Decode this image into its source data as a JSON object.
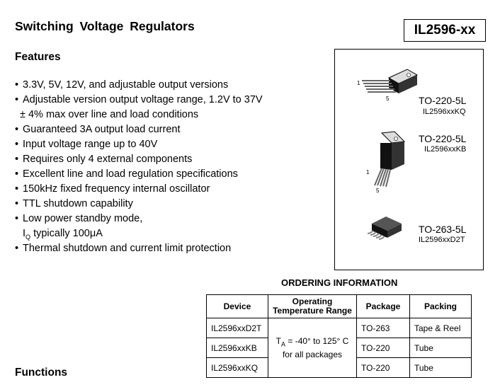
{
  "header": {
    "title": "Switching  Voltage  Regulators",
    "part_number": "IL2596-xx"
  },
  "features": {
    "heading": "Features",
    "bullet": "•",
    "items": [
      "3.3V, 5V, 12V, and adjustable output versions",
      "Adjustable version output voltage range, 1.2V to 37V",
      "± 4% max over line and load conditions",
      "Guaranteed 3A output load current",
      "Input voltage range up to 40V",
      "Requires only 4 external components",
      "Excellent line and load regulation specifications",
      "150kHz fixed frequency internal oscillator",
      "TTL shutdown capability",
      "Low power standby mode,",
      "I",
      "Q",
      " typically 100μA",
      "Thermal shutdown and current limit protection"
    ]
  },
  "packages": [
    {
      "name": "TO-220-5L",
      "code": "IL2596xxKQ",
      "pin_first": "1",
      "pin_last": "5"
    },
    {
      "name": "TO-220-5L",
      "code": "IL2596xxKB",
      "pin_first": "1",
      "pin_last": "5"
    },
    {
      "name": "TO-263-5L",
      "code": "IL2596xxD2T"
    }
  ],
  "ordering": {
    "heading": "ORDERING INFORMATION",
    "columns": [
      "Device",
      "Operating",
      "Temperature Range",
      "Package",
      "Packing"
    ],
    "rows": [
      {
        "device": "IL2596xxD2T",
        "package": "TO-263",
        "packing": "Tape & Reel"
      },
      {
        "device": "IL2596xxKB",
        "package": "TO-220",
        "packing": "Tube"
      },
      {
        "device": "IL2596xxKQ",
        "package": "TO-220",
        "packing": "Tube"
      }
    ],
    "temp": {
      "t": "T",
      "sub": "A",
      "range": " = -40° to 125° C",
      "note": "for  all packages"
    }
  },
  "functions": {
    "heading": "Functions"
  }
}
